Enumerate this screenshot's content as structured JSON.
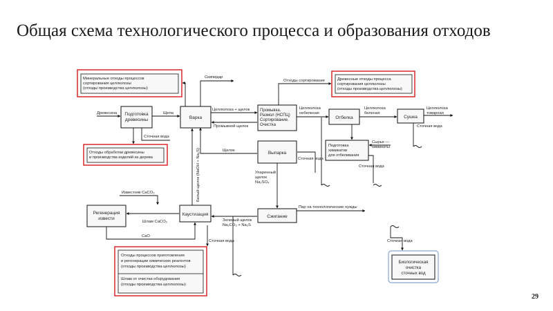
{
  "slide": {
    "title": "Общая схема технологического процесса и образования отходов",
    "page_number": "29"
  },
  "colors": {
    "red_frame": "#d9262c",
    "blue_frame": "#9fb3d9",
    "line": "#111111"
  },
  "boxes": {
    "wood_prep": [
      "Подготовка",
      "древесины"
    ],
    "cooking": "Варка",
    "washing": [
      "Промывка.",
      "Размол (НСПЦ)",
      "Сортирование.",
      "Очистка"
    ],
    "bleaching": "Отбелка",
    "drying": "Сушка",
    "evaporation": "Выпарка",
    "chem_prep": [
      "Подготовка",
      "химикатов",
      "для отбеливания"
    ],
    "lime_regen": [
      "Регенерация",
      "извести"
    ],
    "causticizing": "Каустизация",
    "burning": "Сжигание",
    "bio_treatment": [
      "Биологическая",
      "очистка",
      "сточных вод"
    ]
  },
  "waste_boxes": {
    "mineral": [
      "Минеральные отходы процессов",
      "сортирования целлюлозы",
      "(отходы производства целлюлозы)"
    ],
    "woody": [
      "Древесные отходы процесса",
      "сортирования целлюлозы",
      "(отходы производства целлюлозы)"
    ],
    "wood_processing": [
      "Отходы обработки древесины",
      "и производства изделий из дерева"
    ],
    "chemical": [
      "Отходы процессов приготовления",
      "и регенерации химических реагентов",
      "(отходы производства целлюлозы)"
    ],
    "sludge": [
      "Шлам от очистки оборудования",
      "(отходы производства целлюлозы)"
    ]
  },
  "labels": {
    "wood": "Древесина",
    "chips": "Щепа",
    "turpentine": "Скипидар",
    "sorting_waste": "Отходы сортирования",
    "pulp_and_liquor": "Целлюлоза + щелок",
    "washed_liquor": "Промывной щелок",
    "unbleached_pulp": [
      "Целлюлоза",
      "небеленая"
    ],
    "bleached_pulp": [
      "Целлюлоза",
      "беленая"
    ],
    "market_pulp": [
      "Целлюлоза",
      "товарная"
    ],
    "waste_water": "Сточная вода",
    "liquor": "Щелок",
    "raw_chemicals": [
      "Сырье —",
      "химикаты"
    ],
    "white_liquor": "Белый щелок (NaOH + Na₂S)",
    "evaporated_liquor": [
      "Упаренный",
      "щелок",
      "Na₂SO₄"
    ],
    "limestone": "Известняк CaCO₃",
    "caco3_sludge": "Шлам CaCO₃",
    "cao": "CaO",
    "green_liquor": [
      "Зеленый щелок",
      "Na₂CO₃ + Na₂S"
    ],
    "steam": "Пар на технологические нужды"
  }
}
